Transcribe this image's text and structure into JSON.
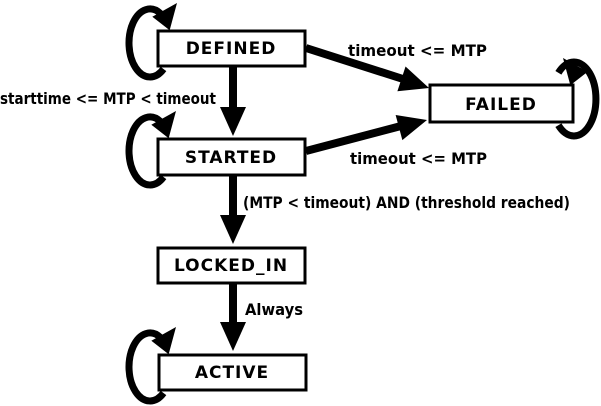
{
  "diagram": {
    "type": "state-machine",
    "colors": {
      "stroke": "#000000",
      "node_fill": "#ffffff",
      "background": "#ffffff"
    },
    "states": [
      {
        "id": "defined",
        "label": "DEFINED"
      },
      {
        "id": "started",
        "label": "STARTED"
      },
      {
        "id": "failed",
        "label": "FAILED"
      },
      {
        "id": "locked_in",
        "label": "LOCKED_IN"
      },
      {
        "id": "active",
        "label": "ACTIVE"
      }
    ],
    "transitions": [
      {
        "from": "defined",
        "to": "started",
        "label": "starttime <= MTP < timeout"
      },
      {
        "from": "defined",
        "to": "failed",
        "label": "timeout <= MTP"
      },
      {
        "from": "started",
        "to": "failed",
        "label": "timeout <= MTP"
      },
      {
        "from": "started",
        "to": "locked_in",
        "label": "(MTP < timeout) AND (threshold reached)"
      },
      {
        "from": "locked_in",
        "to": "active",
        "label": "Always"
      },
      {
        "from": "defined",
        "to": "defined",
        "label": ""
      },
      {
        "from": "started",
        "to": "started",
        "label": ""
      },
      {
        "from": "failed",
        "to": "failed",
        "label": ""
      },
      {
        "from": "active",
        "to": "active",
        "label": ""
      }
    ]
  }
}
